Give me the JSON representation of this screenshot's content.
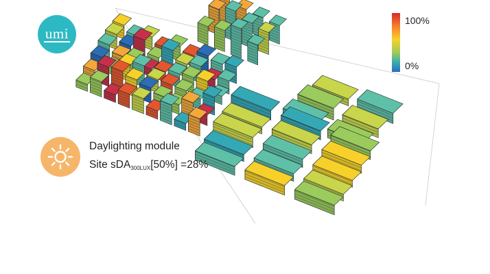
{
  "logo": {
    "text": "umi"
  },
  "module": {
    "title": "Daylighting module",
    "metric_prefix": "Site sDA",
    "metric_subscript": "300LUX",
    "metric_suffix": "[50%] =28%"
  },
  "legend": {
    "max_label": "100%",
    "min_label": "0%",
    "colors": [
      "#d7292b",
      "#f47e2e",
      "#f7d12a",
      "#9bcb5c",
      "#35a8b5",
      "#2d6db6"
    ]
  },
  "icons": {
    "logo": "umi-logo",
    "module": "sun-icon"
  }
}
